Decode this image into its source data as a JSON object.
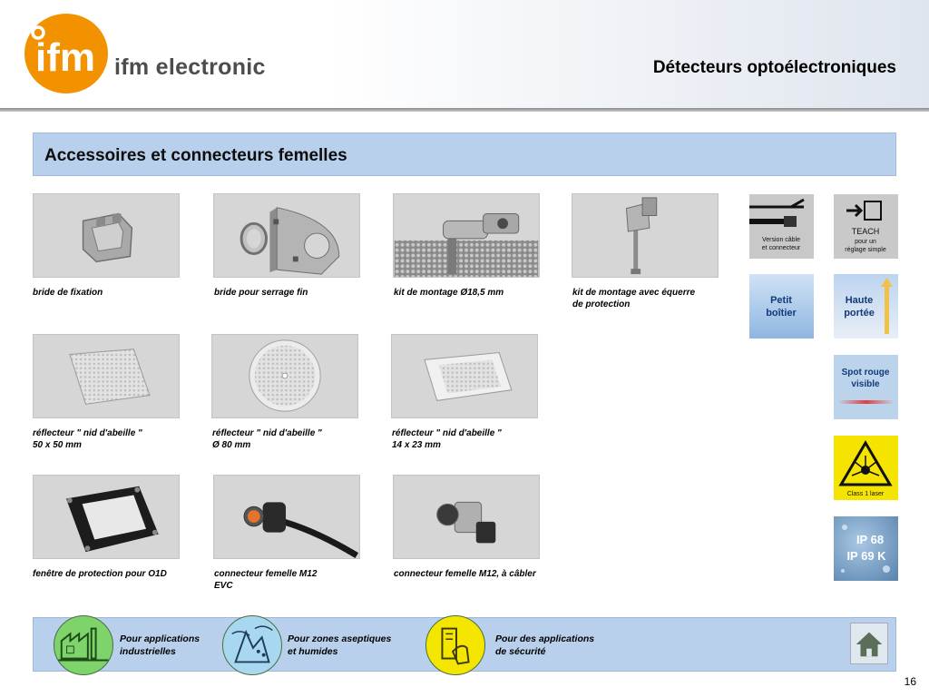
{
  "header": {
    "brand_mark": "ifm",
    "brand_name": "ifm electronic",
    "title": "Détecteurs optoélectroniques"
  },
  "banner": {
    "title": "Accessoires et connecteurs femelles"
  },
  "products": [
    {
      "line1": "bride de fixation",
      "line2": ""
    },
    {
      "line1": "bride pour  serrage fin",
      "line2": ""
    },
    {
      "line1": "kit de montage Ø18,5 mm",
      "line2": ""
    },
    {
      "line1": "kit de montage avec équerre",
      "line2": "de protection"
    },
    {
      "line1": "réflecteur \" nid d'abeille \"",
      "line2": "50 x 50 mm"
    },
    {
      "line1": "réflecteur \" nid d'abeille \"",
      "line2": "Ø 80 mm"
    },
    {
      "line1": "réflecteur \" nid d'abeille \"",
      "line2": "14 x 23 mm"
    },
    {
      "line1": "fenêtre de protection pour O1D",
      "line2": ""
    },
    {
      "line1": "connecteur femelle M12",
      "line2": "EVC"
    },
    {
      "line1": "connecteur femelle M12, à câbler",
      "line2": ""
    }
  ],
  "features": {
    "cable": {
      "l1": "Version câble",
      "l2": "et connecteur"
    },
    "teach": {
      "l1": "TEACH",
      "l2": "pour un",
      "l3": "réglage simple"
    },
    "petit": {
      "l1": "Petit",
      "l2": "boîtier"
    },
    "haute": {
      "l1": "Haute",
      "l2": "portée"
    },
    "spot": {
      "l1": "Spot rouge",
      "l2": "visible"
    },
    "laser": {
      "l1": "Class 1 laser"
    },
    "ip": {
      "l1": "IP 68",
      "l2": "IP 69 K"
    }
  },
  "footer": {
    "items": [
      {
        "line1": "Pour applications",
        "line2": "industrielles"
      },
      {
        "line1": "Pour zones  aseptiques",
        "line2": "et humides"
      },
      {
        "line1": "Pour des applications",
        "line2": "de sécurité"
      }
    ]
  },
  "page_number": "16",
  "colors": {
    "banner_bg": "#b8d0ec",
    "logo_orange": "#f39200",
    "footer_green": "#7ed36a",
    "footer_blue": "#a8d8f0",
    "footer_yellow": "#f5e600"
  }
}
